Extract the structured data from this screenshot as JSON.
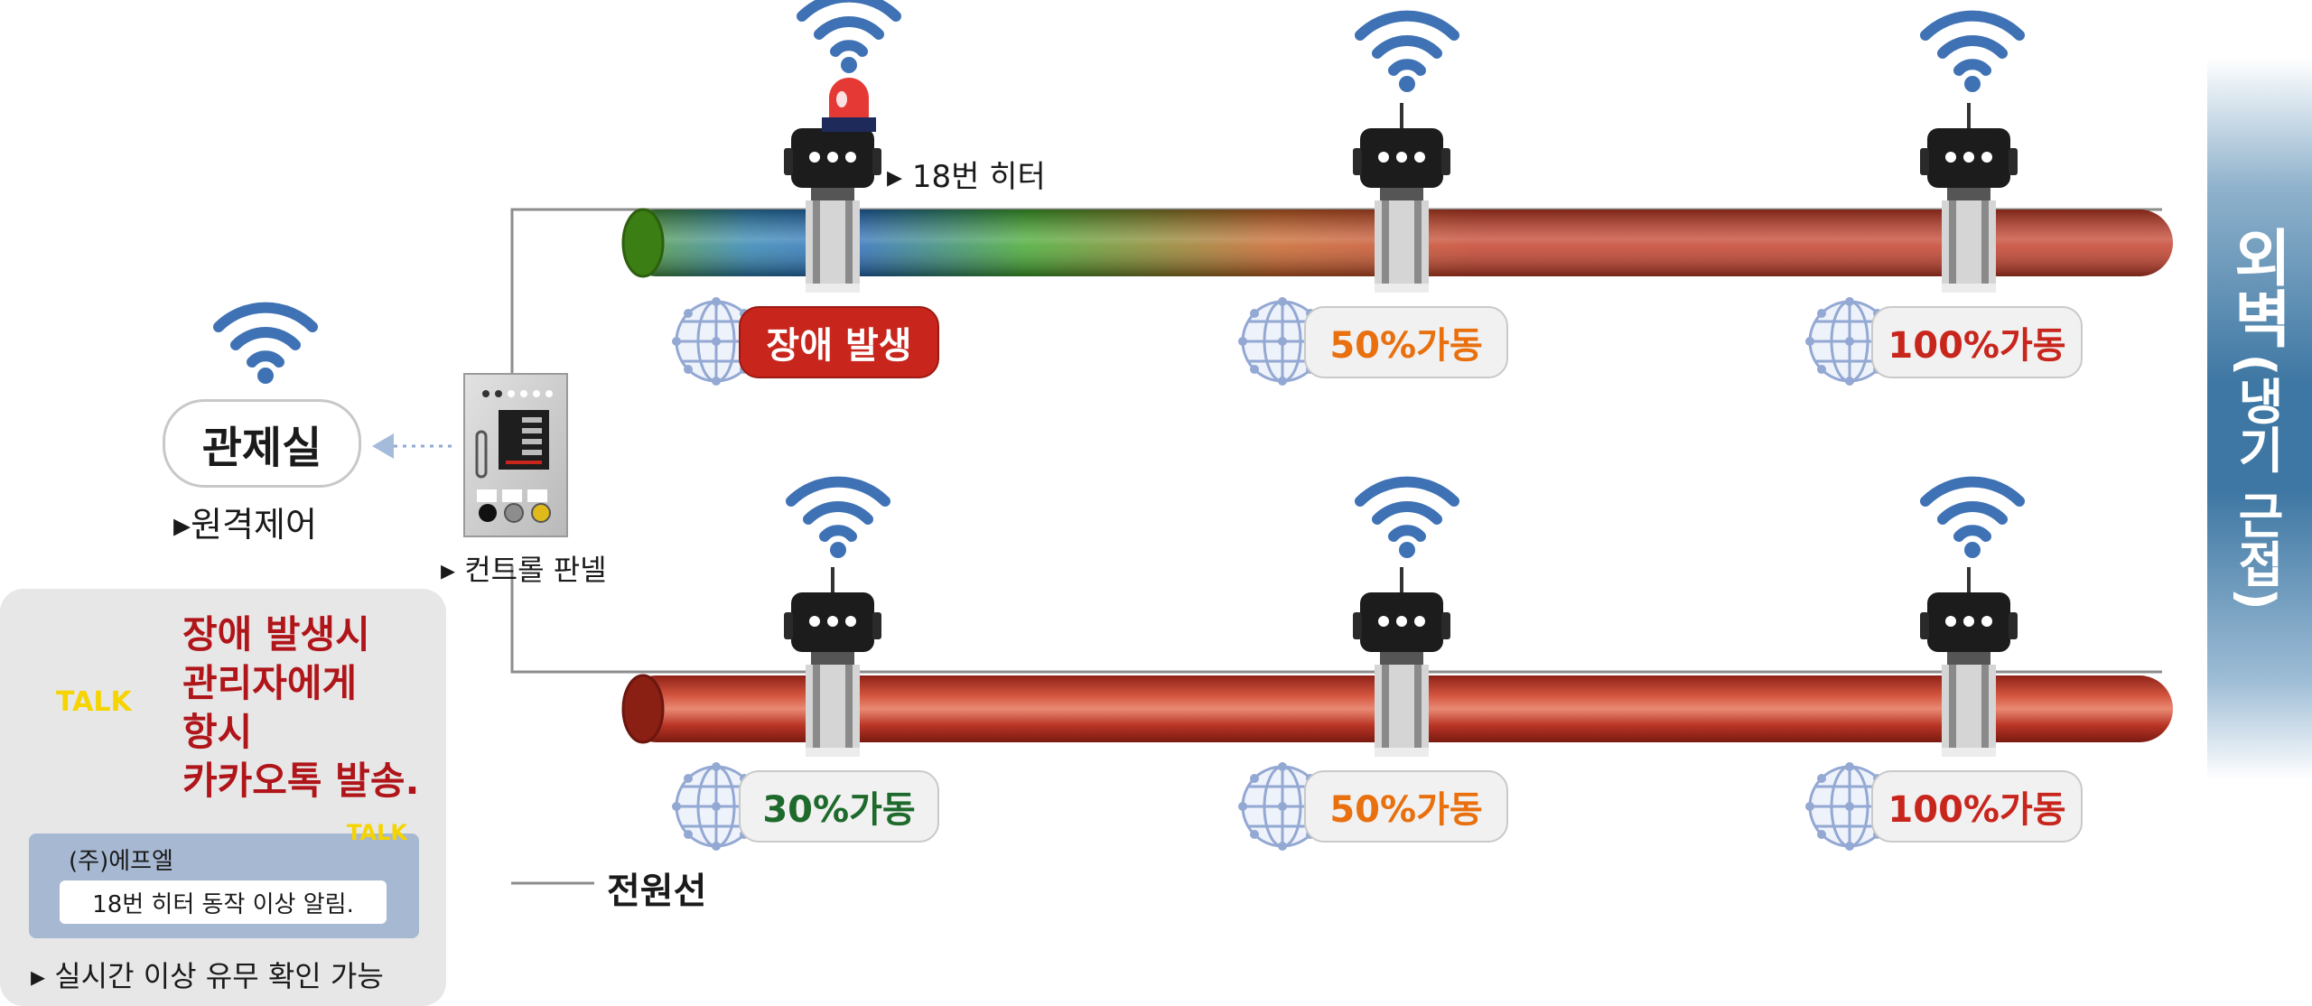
{
  "heaters_top": [
    {
      "status": "장애 발생",
      "status_color": "#ffffff",
      "fault": true
    },
    {
      "status": "50%가동",
      "status_color": "#e8700f",
      "fault": false
    },
    {
      "status": "100%가동",
      "status_color": "#c8261d",
      "fault": false
    }
  ],
  "heaters_bottom": [
    {
      "status": "30%가동",
      "status_color": "#1e6a2c",
      "fault": false
    },
    {
      "status": "50%가동",
      "status_color": "#e8700f",
      "fault": false
    },
    {
      "status": "100%가동",
      "status_color": "#c8261d",
      "fault": false
    }
  ],
  "heater_18_label": "▸ 18번 히터",
  "control_room": {
    "label": "관제실",
    "caption": "▸원격제어"
  },
  "control_panel": {
    "caption": "▸ 컨트롤 판넬"
  },
  "power_line_label": "전원선",
  "alert": {
    "title_lines": [
      "장애 발생시",
      "관리자에게",
      "항시",
      "카카오톡 발송."
    ],
    "talk_badge": "TALK",
    "sender": "(주)에프엘",
    "message": "18번  히터 동작 이상 알림.",
    "footer": "▸ 실시간 이상 유무 확인 가능"
  },
  "outer_wall": {
    "title": "외벽",
    "subtitle": "(냉기 근접)"
  },
  "colors": {
    "wifi": "#3f72b5",
    "pipe_red": "#c0392b",
    "fault_red": "#c8261d",
    "alarm_red": "#e53935",
    "wall_blue": "#3e77a3",
    "heater_body": "#1c1c1c",
    "kakao_yellow": "#f5d400",
    "kakao_brown": "#3b1e1e"
  },
  "icons": [
    "wifi-icon",
    "globe-icon",
    "alarm-light-icon",
    "smartphone-icon",
    "kakao-talk-icon"
  ]
}
